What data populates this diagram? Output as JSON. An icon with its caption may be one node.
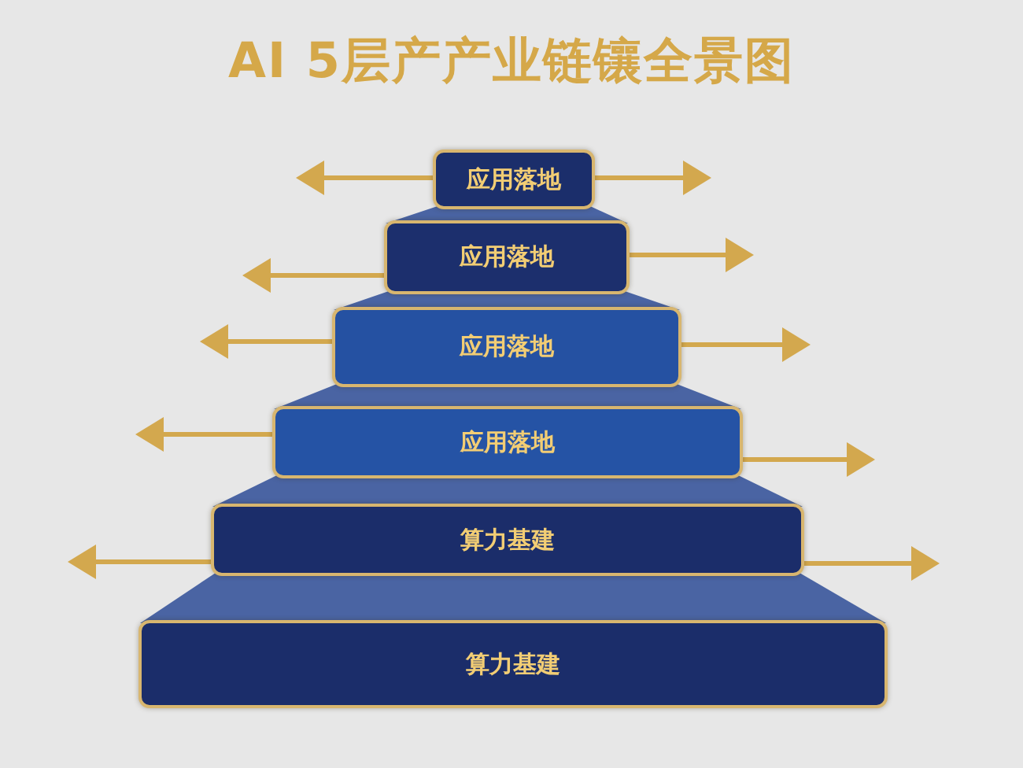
{
  "diagram": {
    "title": "AI 5层产产业链镶全景图",
    "nodes": [
      {
        "text": [
          "应用落地"
        ]
      },
      {
        "text": [
          "应用落地"
        ]
      },
      {
        "text": [
          "应用落地"
        ]
      },
      {
        "text": [
          "应用落地"
        ]
      },
      {
        "text": [
          "算力基建"
        ]
      },
      {
        "text": [
          "算力基建"
        ]
      }
    ],
    "edges": [
      {
        "from": 0,
        "to": null,
        "arrow": "to"
      },
      {
        "from": 0,
        "to": null,
        "arrow": "to"
      },
      {
        "from": 1,
        "to": null,
        "arrow": "to"
      },
      {
        "from": 1,
        "to": null,
        "arrow": "to"
      },
      {
        "from": 2,
        "to": null,
        "arrow": "to"
      },
      {
        "from": 2,
        "to": null,
        "arrow": "to"
      },
      {
        "from": 3,
        "to": null,
        "arrow": "to"
      },
      {
        "from": 3,
        "to": null,
        "arrow": "to"
      },
      {
        "from": 4,
        "to": null,
        "arrow": "to"
      },
      {
        "from": 4,
        "to": null,
        "arrow": "to"
      }
    ]
  }
}
